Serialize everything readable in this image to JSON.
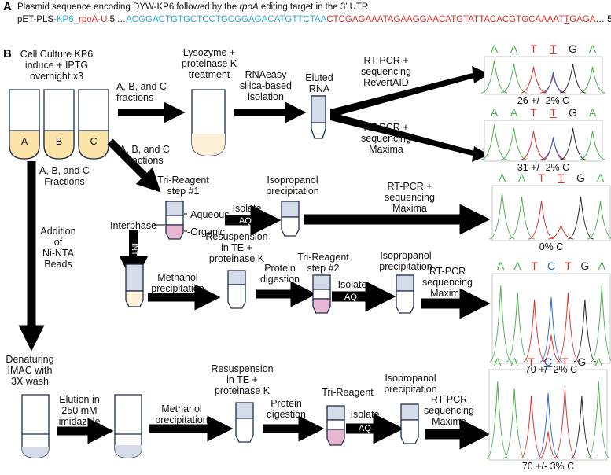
{
  "panel_a": {
    "label": "A",
    "title_pre": "Plasmid sequence encoding DYW-KP6 followed by the ",
    "title_gene": "rpoA",
    "title_post": " editing target in the 3’ UTR",
    "seq_prefix": "pET-PLS-",
    "seq_kp6": "KP6",
    "seq_sep": "_",
    "seq_rpoa": "rpoA-U",
    "seq_5prime": " 5’…",
    "seq_blue": "ACGGACTGTGCTCCTGCGGAGACATGTTCTAA",
    "seq_red1": "CTCGAGAAATAGAAGGAACATGTATTACACGTGCAAAAT",
    "seq_target": "T",
    "seq_red2": "GAGA",
    "seq_3prime": "… 5’"
  },
  "panel_b": {
    "label": "B",
    "culture": "Cell Culture KP6\ninduce + IPTG\novernight x3",
    "tube_a": "A",
    "tube_b": "B",
    "tube_c": "C",
    "fractions_1": "A, B, and C\nfractions",
    "lysozyme": "Lysozyme +\nproteinase K\ntreatment",
    "rneasy": "RNAeasy\nsilica-based\nisolation",
    "eluted": "Eluted\nRNA",
    "rt_revertaid": "RT-PCR +\nsequencing\nRevertAID",
    "rt_maxima_top": "RT-PCR +\nsequencing\nMaxima",
    "fractions_2": "A, B, and C\nfractions",
    "fractions_3": "A, B, and C\nFractions",
    "trireagent_1": "Tri-Reagent\nstep #1",
    "aqueous": "-Aqueous",
    "organic": "-Organic",
    "interphase": "Interphase",
    "isolate_aq": "Isolate",
    "aq": "AQ",
    "iso_precip_1": "Isopropanol\nprecipitation",
    "rt_maxima_mid": "RT-PCR +\nsequencing\nMaxima",
    "int": "INT",
    "addition_ninta": "Addition\nof\nNi-NTA\nBeads",
    "methanol_1": "Methanol\nprecipitation",
    "resuspension_1": "Resuspension\nin TE +\nproteinase K",
    "protein_digestion_1": "Protein\ndigestion",
    "trireagent_2": "Tri-Reagent\nstep #2",
    "isolate_aq_2": "Isolate",
    "aq_2": "AQ",
    "iso_precip_2": "Isopropanol\nprecipitation",
    "rt_seq_maxima_1": "RT-PCR\nsequencing\nMaxima",
    "denaturing": "Denaturing\nIMAC with\n3X wash",
    "elution": "Elution in\n250 mM\nimidazole",
    "methanol_2": "Methanol\nprecipitation",
    "resuspension_2": "Resuspension\nin TE +\nproteinase K",
    "protein_digestion_2": "Protein\ndigestion",
    "trireagent_3": "Tri-Reagent",
    "isolate_aq_3": "Isolate",
    "aq_3": "AQ",
    "iso_precip_3": "Isopropanol\nprecipitation",
    "rt_seq_maxima_2": "RT-PCR\nsequencing\nMaxima"
  },
  "chromatograms": [
    {
      "bases": [
        "A",
        "A",
        "T",
        "T",
        "G",
        "A"
      ],
      "edited_index": 3,
      "result": "26 +/- 2% C"
    },
    {
      "bases": [
        "A",
        "A",
        "T",
        "T",
        "G",
        "A"
      ],
      "edited_index": 3,
      "result": "31 +/- 2% C"
    },
    {
      "bases": [
        "A",
        "A",
        "T",
        "T",
        "G",
        "A"
      ],
      "edited_index": 3,
      "result": "0% C"
    },
    {
      "bases": [
        "A",
        "A",
        "T",
        "C",
        "T",
        "G",
        "A"
      ],
      "edited_index": 3,
      "result": "70 +/- 2% C"
    },
    {
      "bases": [
        "A",
        "A",
        "T",
        "C",
        "T",
        "G",
        "A"
      ],
      "edited_index": 3,
      "result": "70 +/- 3% C"
    }
  ],
  "colors": {
    "blue_seq": "#2eaadc",
    "red_seq": "#d9312b",
    "base_A": "#4caf50",
    "base_T": "#d9312b",
    "base_G": "#222222",
    "base_C": "#2a64c5",
    "tube_fill_blue": "#d4dcea",
    "tube_fill_pink": "#e7b6d3",
    "tube_fill_cream": "#fdf0d8",
    "tube_fill_yellow": "#fce4a8"
  }
}
